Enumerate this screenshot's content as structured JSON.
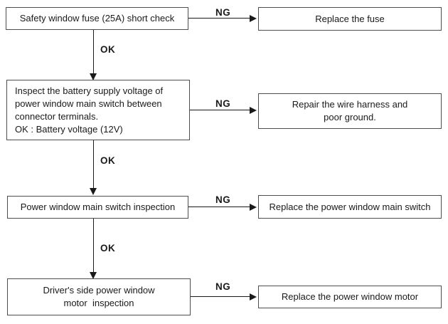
{
  "labels": {
    "ng": "NG",
    "ok": "OK"
  },
  "colors": {
    "background": "#ffffff",
    "box_border": "#4d4d4d",
    "box_fill": "#ffffff",
    "line": "#1a1a1a",
    "text": "#1a1a1a"
  },
  "steps": [
    {
      "check": "Safety window fuse (25A) short check",
      "ng_action": "Replace the fuse"
    },
    {
      "check_lines": [
        "Inspect the battery supply voltage of",
        "power window main switch between",
        "connector terminals.",
        "OK : Battery voltage (12V)"
      ],
      "ng_action_lines": [
        "Repair the wire harness and",
        "poor ground."
      ]
    },
    {
      "check": "Power window main switch inspection",
      "ng_action": "Replace the power window main switch"
    },
    {
      "check_lines": [
        "Driver's side power window",
        "motor  inspection"
      ],
      "ng_action": "Replace the power window motor"
    }
  ]
}
